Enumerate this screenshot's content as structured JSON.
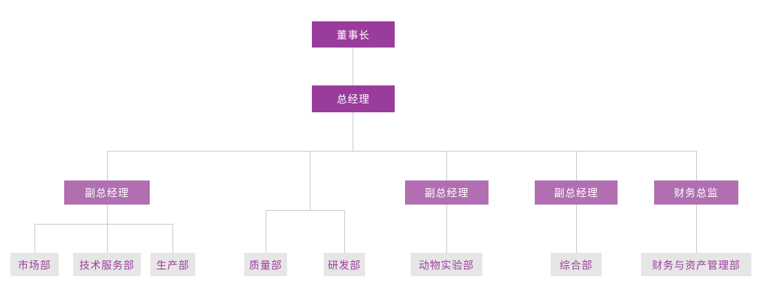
{
  "diagram": {
    "type": "org-chart",
    "colors": {
      "level1_fill": "#9a3c9c",
      "level2_fill": "#9a3c9c",
      "level3_fill": "#b16eb1",
      "leaf_fill": "#e6e6e6",
      "level_text": "#ffffff",
      "leaf_text": "#9b3d9b",
      "connector": "#bdc9d2",
      "background": "#ffffff"
    },
    "nodes": [
      {
        "id": "chairman",
        "label": "董事长",
        "level": 1,
        "parent": null
      },
      {
        "id": "general-manager",
        "label": "总经理",
        "level": 2,
        "parent": "chairman"
      },
      {
        "id": "deputy-gm-1",
        "label": "副总经理",
        "level": 3,
        "parent": "general-manager"
      },
      {
        "id": "deputy-gm-2",
        "label": "副总经理",
        "level": 3,
        "parent": "general-manager"
      },
      {
        "id": "deputy-gm-3",
        "label": "副总经理",
        "level": 3,
        "parent": "general-manager"
      },
      {
        "id": "finance-director",
        "label": "财务总监",
        "level": 3,
        "parent": "general-manager"
      },
      {
        "id": "marketing-dept",
        "label": "市场部",
        "level": 4,
        "parent": "deputy-gm-1"
      },
      {
        "id": "tech-service-dept",
        "label": "技术服务部",
        "level": 4,
        "parent": "deputy-gm-1"
      },
      {
        "id": "production-dept",
        "label": "生产部",
        "level": 4,
        "parent": "deputy-gm-1"
      },
      {
        "id": "quality-dept",
        "label": "质量部",
        "level": 4,
        "parent": "general-manager"
      },
      {
        "id": "rd-dept",
        "label": "研发部",
        "level": 4,
        "parent": "general-manager"
      },
      {
        "id": "animal-lab-dept",
        "label": "动物实验部",
        "level": 4,
        "parent": "deputy-gm-2"
      },
      {
        "id": "general-affairs-dept",
        "label": "综合部",
        "level": 4,
        "parent": "deputy-gm-3"
      },
      {
        "id": "finance-asset-dept",
        "label": "财务与资产管理部",
        "level": 4,
        "parent": "finance-director"
      }
    ]
  }
}
